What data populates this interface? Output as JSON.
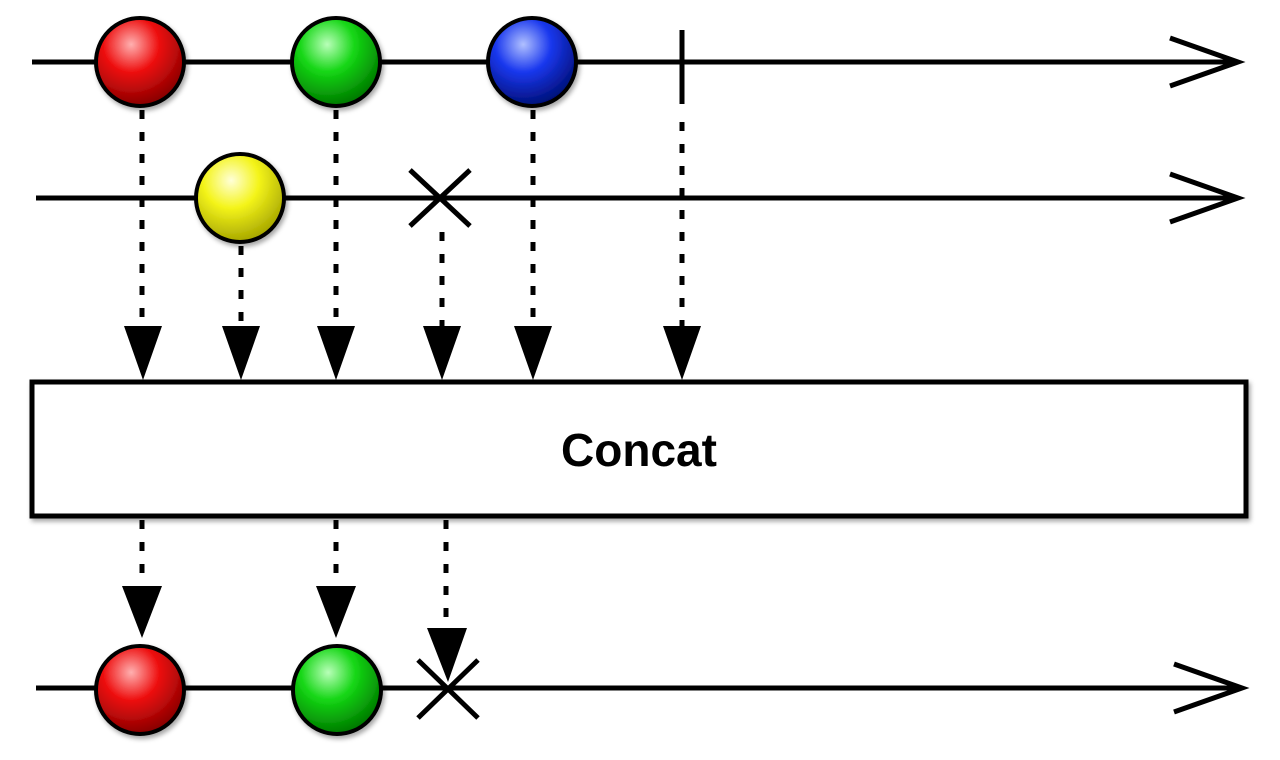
{
  "operator": {
    "label": "Concat"
  },
  "colors": {
    "line": "#000000",
    "box_fill": "#ffffff",
    "red": "#e00000",
    "green": "#00c800",
    "blue": "#1530e0",
    "yellow": "#f0f000"
  },
  "source_timelines": [
    {
      "events": [
        {
          "type": "item",
          "color": "red"
        },
        {
          "type": "item",
          "color": "green"
        },
        {
          "type": "item",
          "color": "blue"
        },
        {
          "type": "completion"
        }
      ]
    },
    {
      "events": [
        {
          "type": "item",
          "color": "yellow"
        },
        {
          "type": "error"
        }
      ]
    }
  ],
  "result_timeline": {
    "events": [
      {
        "type": "item",
        "color": "red"
      },
      {
        "type": "item",
        "color": "green"
      },
      {
        "type": "error"
      }
    ]
  }
}
